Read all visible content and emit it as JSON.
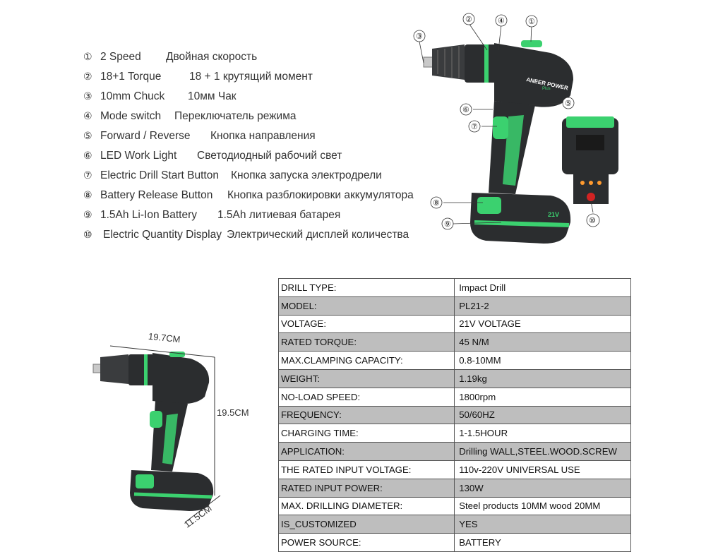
{
  "features": [
    {
      "num": "①",
      "en": "2 Speed",
      "ru": "Двойная скорость"
    },
    {
      "num": "②",
      "en": "18+1 Torque",
      "ru": "18 + 1 крутящий момент"
    },
    {
      "num": "③",
      "en": "10mm Chuck",
      "ru": "10мм Чак"
    },
    {
      "num": "④",
      "en": "Mode switch",
      "ru": "Переключатель режима"
    },
    {
      "num": "⑤",
      "en": "Forward / Reverse",
      "ru": "Кнопка направления"
    },
    {
      "num": "⑥",
      "en": "LED Work Light",
      "ru": "Светодиодный рабочий свет"
    },
    {
      "num": "⑦",
      "en": "Electric Drill Start Button",
      "ru": "Кнопка запуска электродрели"
    },
    {
      "num": "⑧",
      "en": "Battery Release Button",
      "ru": "Кнопка разблокировки аккумулятора"
    },
    {
      "num": "⑨",
      "en": "1.5Ah Li-Ion  Battery",
      "ru": "1.5Ah литиевая батарея"
    },
    {
      "num": "⑩",
      "en": "Electric Quantity Display",
      "ru": "Электрический дисплей количества"
    }
  ],
  "drill_brand": "ANEER POWER",
  "drill_sub": "Plus",
  "battery_voltage_mark": "21V",
  "callouts": [
    "①",
    "②",
    "③",
    "④",
    "⑤",
    "⑥",
    "⑦",
    "⑧",
    "⑨",
    "⑩"
  ],
  "dimensions": {
    "length": "19.7CM",
    "height": "19.5CM",
    "width": "11.5CM"
  },
  "specs": [
    {
      "key": "DRILL TYPE:",
      "value": "Impact Drill"
    },
    {
      "key": "MODEL:",
      "value": "PL21-2"
    },
    {
      "key": "VOLTAGE:",
      "value": "21V VOLTAGE"
    },
    {
      "key": "RATED TORQUE:",
      "value": "45 N/M"
    },
    {
      "key": "MAX.CLAMPING CAPACITY:",
      "value": "0.8-10MM"
    },
    {
      "key": "WEIGHT:",
      "value": "1.19kg"
    },
    {
      "key": "NO-LOAD SPEED:",
      "value": "1800rpm"
    },
    {
      "key": "FREQUENCY:",
      "value": "50/60HZ"
    },
    {
      "key": "CHARGING TIME:",
      "value": "1-1.5HOUR"
    },
    {
      "key": "APPLICATION:",
      "value": "Drilling WALL,STEEL.WOOD.SCREW"
    },
    {
      "key": "THE RATED INPUT VOLTAGE:",
      "value": "110v-220V UNIVERSAL USE"
    },
    {
      "key": "RATED INPUT POWER:",
      "value": "130W"
    },
    {
      "key": "MAX. DRILLING DIAMETER:",
      "value": "Steel products 10MM wood 20MM"
    },
    {
      "key": "IS_CUSTOMIZED",
      "value": "YES"
    },
    {
      "key": "POWER SOURCE:",
      "value": "BATTERY"
    }
  ],
  "colors": {
    "accent": "#3bd16f",
    "body": "#2b2d2f",
    "table_shade": "#bebebe"
  }
}
